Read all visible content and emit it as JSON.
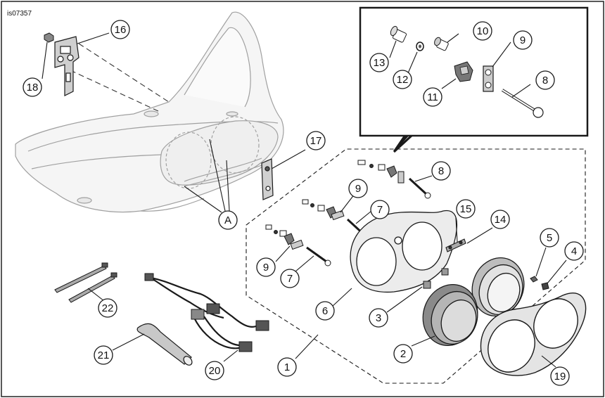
{
  "figure_ref": "is07357",
  "callouts": [
    "16",
    "18",
    "17",
    "A",
    "10",
    "9",
    "13",
    "12",
    "11",
    "8",
    "8",
    "9",
    "7",
    "15",
    "14",
    "9",
    "7",
    "5",
    "4",
    "6",
    "3",
    "22",
    "2",
    "1",
    "21",
    "20",
    "19"
  ],
  "colors": {
    "line": "#1a1a1a",
    "ghost": "#9a9a9a",
    "ghost_fill": "#f4f4f4",
    "part_fill": "#d9d9d9",
    "dark_fill": "#555555"
  }
}
